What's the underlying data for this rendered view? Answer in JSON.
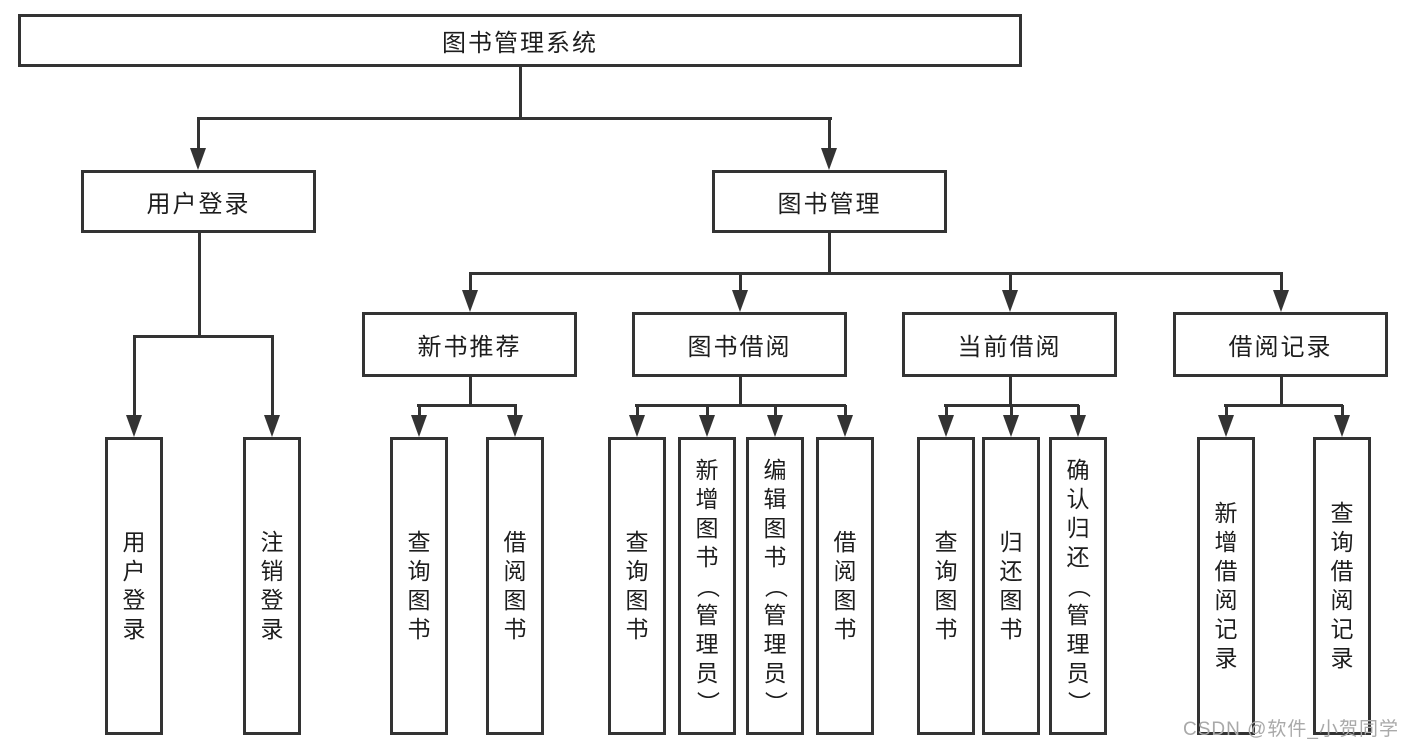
{
  "diagram": {
    "title": "图书管理系统",
    "children": [
      {
        "label": "用户登录",
        "children": [
          {
            "label": "用户登录"
          },
          {
            "label": "注销登录"
          }
        ]
      },
      {
        "label": "图书管理",
        "children": [
          {
            "label": "新书推荐",
            "children": [
              {
                "label": "查询图书"
              },
              {
                "label": "借阅图书"
              }
            ]
          },
          {
            "label": "图书借阅",
            "children": [
              {
                "label": "查询图书"
              },
              {
                "label": "新增图书（管理员）"
              },
              {
                "label": "编辑图书（管理员）"
              },
              {
                "label": "借阅图书"
              }
            ]
          },
          {
            "label": "当前借阅",
            "children": [
              {
                "label": "查询图书"
              },
              {
                "label": "归还图书"
              },
              {
                "label": "确认归还（管理员）"
              }
            ]
          },
          {
            "label": "借阅记录",
            "children": [
              {
                "label": "新增借阅记录"
              },
              {
                "label": "查询借阅记录"
              }
            ]
          }
        ]
      }
    ]
  },
  "watermark": {
    "text": "CSDN @软件_小贺同学"
  },
  "colors": {
    "line": "#333333",
    "text": "#1d1d1d",
    "background": "#ffffff",
    "watermark": "#a9a9a9"
  }
}
